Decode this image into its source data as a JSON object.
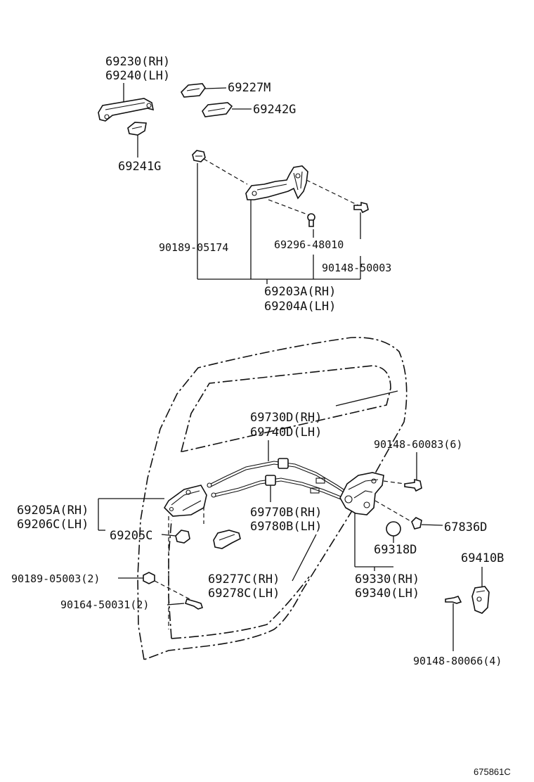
{
  "labels": {
    "p69230": "69230(RH)",
    "p69240": "69240(LH)",
    "p69227m": "69227M",
    "p69242g": "69242G",
    "p69241g": "69241G",
    "p90189_05174": "90189-05174",
    "p69296_48010": "69296-48010",
    "p90148_50003": "90148-50003",
    "p69203a": "69203A(RH)",
    "p69204a": "69204A(LH)",
    "p69730d": "69730D(RH)",
    "p69740d": "69740D(LH)",
    "p90148_60083": "90148-60083(6)",
    "p69205a": "69205A(RH)",
    "p69206c": "69206C(LH)",
    "p69205c": "69205C",
    "p69770b": "69770B(RH)",
    "p69780b": "69780B(LH)",
    "p67836d": "67836D",
    "p69318d": "69318D",
    "p69410b": "69410B",
    "p90189_05003": "90189-05003(2)",
    "p69277c": "69277C(RH)",
    "p69278c": "69278C(LH)",
    "p69330": "69330(RH)",
    "p69340": "69340(LH)",
    "p90164_50031": "90164-50031(2)",
    "p90148_80066": "90148-80066(4)"
  },
  "figure_id": "675861C"
}
